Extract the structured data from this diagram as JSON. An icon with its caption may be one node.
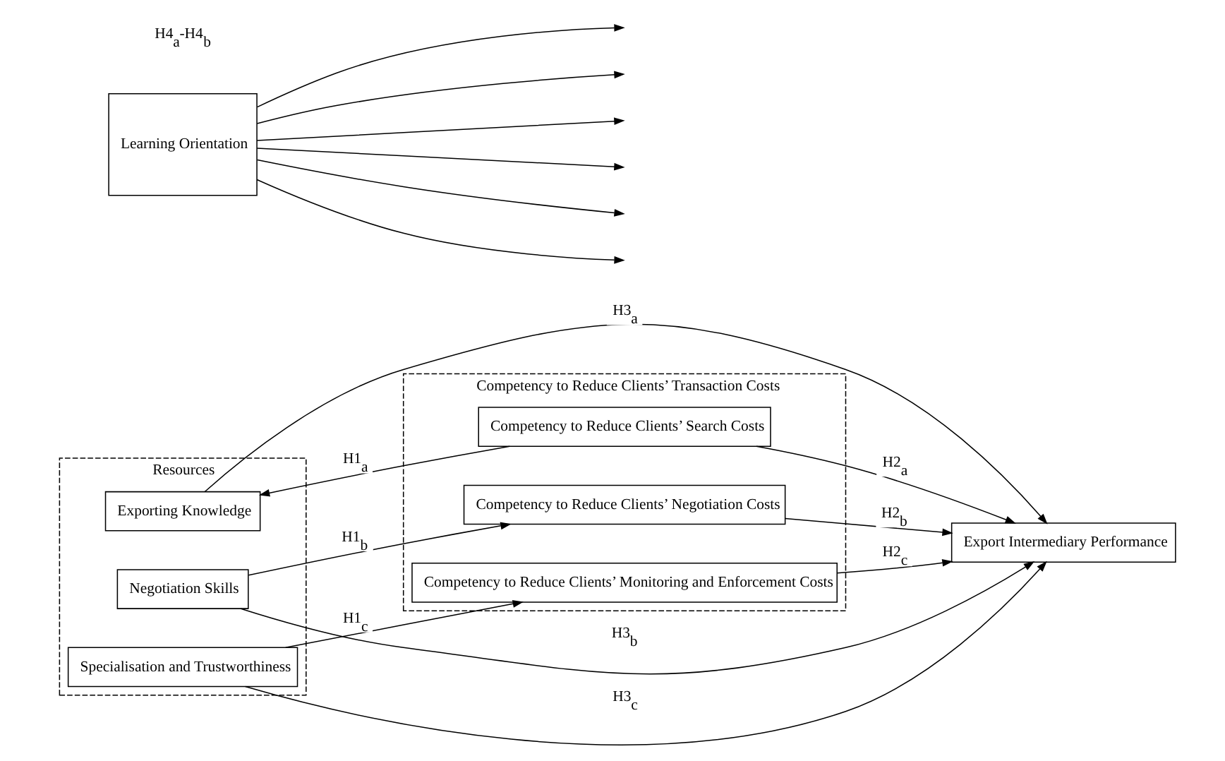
{
  "diagram": {
    "nodes": [
      {
        "text": [
          "Resources"
        ]
      },
      {
        "text": [
          "Exporting Knowledge"
        ],
        "in": 0
      },
      {
        "text": [
          "Negotiation Skills"
        ],
        "in": 0
      },
      {
        "text": [
          "Specialisation and Trustworthiness"
        ],
        "in": 0
      },
      {
        "text": [
          "Competency to Reduce Clients’ Transaction Costs"
        ]
      },
      {
        "text": [
          "Competency to Reduce Clients’ Search Costs"
        ],
        "in": 4
      },
      {
        "text": [
          "Competency to Reduce Clients’ Negotiation Costs"
        ],
        "in": 4
      },
      {
        "text": [
          "Competency to Reduce Clients’ Monitoring and Enforcement Costs"
        ],
        "in": 4
      },
      {
        "text": [
          "Export Intermediary Performance"
        ]
      },
      {
        "text": [
          "Learning Orientation"
        ]
      }
    ],
    "edges": [
      {
        "from": 5,
        "to": 1,
        "arrow": "to",
        "label": "H1$_{a}$"
      },
      {
        "from": 2,
        "to": 6,
        "arrow": "to",
        "label": "H1$_{b}$"
      },
      {
        "from": 3,
        "to": 7,
        "arrow": "to",
        "label": "H1$_{c}$"
      },
      {
        "from": 5,
        "to": 8,
        "arrow": "to",
        "label": "H2$_{a}$"
      },
      {
        "from": 6,
        "to": 8,
        "arrow": "to",
        "label": "H2$_{b}$"
      },
      {
        "from": 7,
        "to": 8,
        "arrow": "to",
        "label": "H2$_{c}$"
      },
      {
        "from": 1,
        "to": 8,
        "arrow": "to",
        "label": "H3$_{a}$"
      },
      {
        "from": 2,
        "to": 8,
        "arrow": "to",
        "label": "H3$_{b}$"
      },
      {
        "from": 3,
        "to": 8,
        "arrow": "to",
        "label": "H3$_{c}$"
      },
      {
        "from": 9,
        "to": null,
        "arrow": "to"
      },
      {
        "from": 9,
        "to": null,
        "arrow": "to"
      },
      {
        "from": 9,
        "to": null,
        "arrow": "to"
      },
      {
        "from": 9,
        "to": null,
        "arrow": "to"
      },
      {
        "from": 9,
        "to": null,
        "arrow": "to"
      },
      {
        "from": 9,
        "to": null,
        "arrow": "to"
      }
    ],
    "labels": [
      "H4$_{a}$-H4$_{b}$"
    ]
  }
}
